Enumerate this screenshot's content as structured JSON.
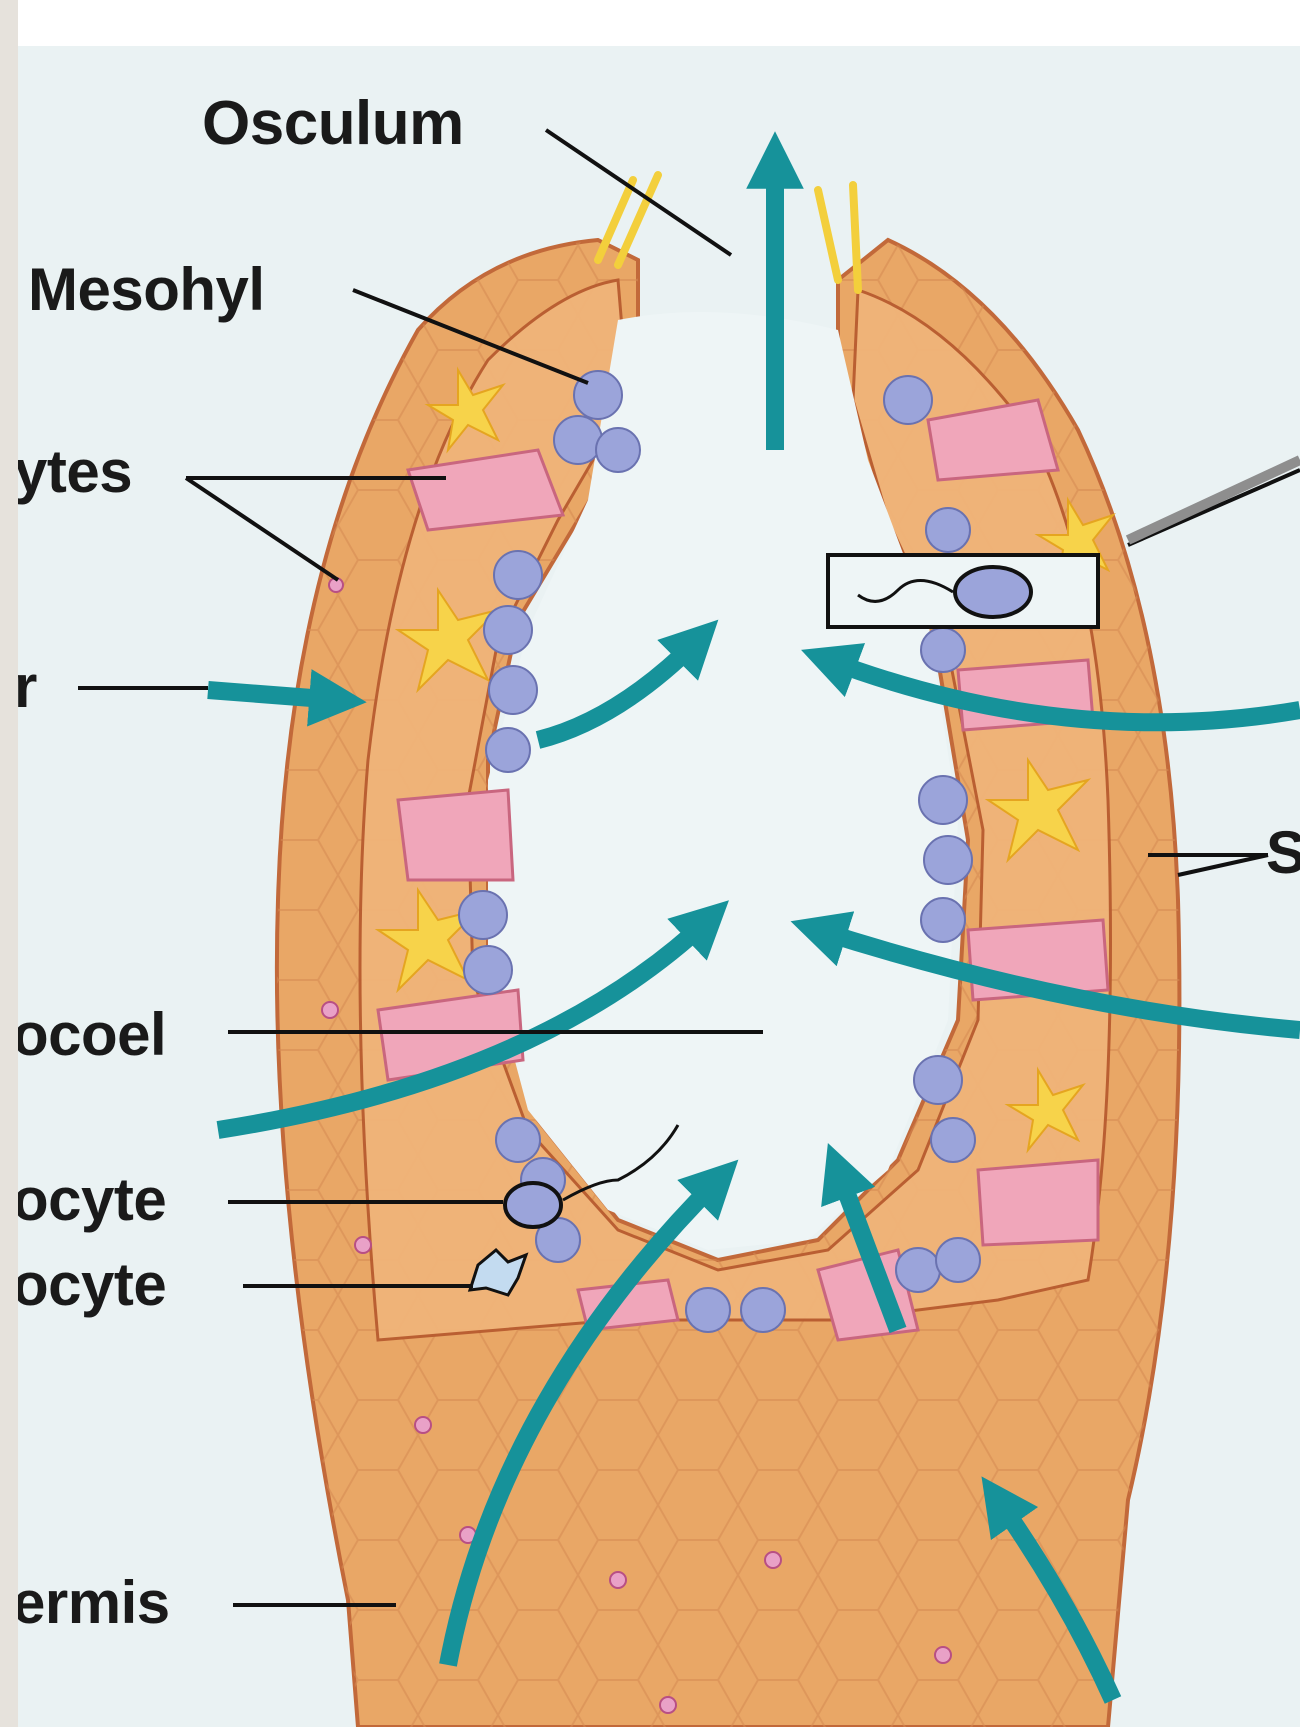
{
  "labels": {
    "osculum": "Osculum",
    "mesohyl": "Mesohyl",
    "ytes": "ytes",
    "r": "r",
    "ocoel": "ocoel",
    "ocyte1": "ocyte",
    "ocyte2": "ocyte",
    "ermis": "ermis",
    "s": "S"
  },
  "colors": {
    "arrow": "#16929a",
    "body": "#e7a767",
    "body_dark": "#c96a3a",
    "pore": "#efa3b8",
    "choanocyte": "#9aa3d8",
    "amoebocyte": "#f6d24a",
    "background": "#eaf2f3"
  }
}
